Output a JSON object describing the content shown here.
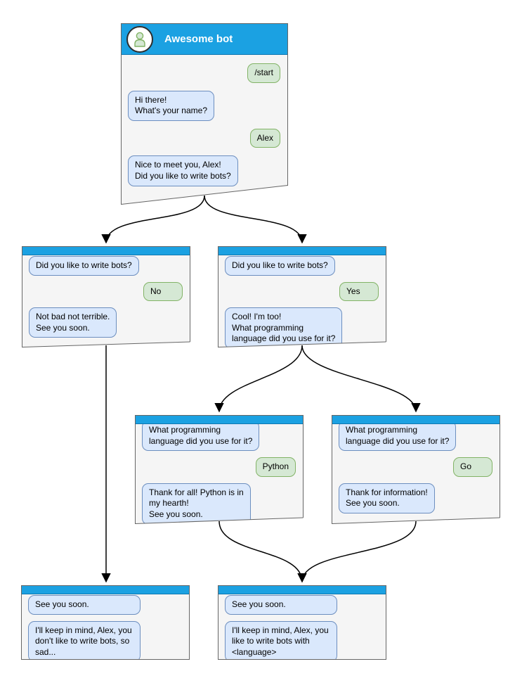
{
  "diagram": {
    "bot_name": "Awesome bot",
    "colors": {
      "header_blue": "#1ba1e2",
      "header_border": "#0e77b0",
      "bot_bubble_bg": "#dae8fc",
      "bot_bubble_border": "#6c8ebf",
      "user_bubble_bg": "#d5e8d4",
      "user_bubble_border": "#82b366",
      "window_bg": "#f5f5f5",
      "window_border": "#666666",
      "arrow": "#000000"
    },
    "windows": [
      {
        "id": "start",
        "title": "Awesome bot",
        "messages": [
          {
            "from": "user",
            "text": "/start"
          },
          {
            "from": "bot",
            "text": "Hi there!\nWhat's your name?"
          },
          {
            "from": "user",
            "text": "Alex"
          },
          {
            "from": "bot",
            "text": "Nice to meet you, Alex!\nDid you like to write bots?"
          }
        ]
      },
      {
        "id": "no-branch",
        "messages": [
          {
            "from": "bot",
            "text": "Did you like to write bots?"
          },
          {
            "from": "user",
            "text": "No"
          },
          {
            "from": "bot",
            "text": "Not bad not terrible.\nSee you soon."
          }
        ]
      },
      {
        "id": "yes-branch",
        "messages": [
          {
            "from": "bot",
            "text": "Did you like to write bots?"
          },
          {
            "from": "user",
            "text": "Yes"
          },
          {
            "from": "bot",
            "text": "Cool! I'm too!\nWhat programming\nlanguage did you use for it?"
          }
        ]
      },
      {
        "id": "python-branch",
        "messages": [
          {
            "from": "bot",
            "text": "What programming\nlanguage did you use for it?"
          },
          {
            "from": "user",
            "text": "Python"
          },
          {
            "from": "bot",
            "text": "Thank for all! Python is in\nmy hearth!\nSee you soon."
          }
        ]
      },
      {
        "id": "go-branch",
        "messages": [
          {
            "from": "bot",
            "text": "What programming\nlanguage did you use for it?"
          },
          {
            "from": "user",
            "text": "Go"
          },
          {
            "from": "bot",
            "text": "Thank for information!\nSee you soon."
          }
        ]
      },
      {
        "id": "end-no",
        "messages": [
          {
            "from": "bot",
            "text": "See you soon."
          },
          {
            "from": "bot",
            "text": "I'll keep in mind, Alex, you\ndon't like to write bots, so\nsad..."
          }
        ]
      },
      {
        "id": "end-yes",
        "messages": [
          {
            "from": "bot",
            "text": "See you soon."
          },
          {
            "from": "bot",
            "text": "I'll keep in mind, Alex, you\nlike to write bots with\n<language>"
          }
        ]
      }
    ],
    "edges": [
      {
        "from": "start",
        "to": "no-branch"
      },
      {
        "from": "start",
        "to": "yes-branch"
      },
      {
        "from": "no-branch",
        "to": "end-no"
      },
      {
        "from": "yes-branch",
        "to": "python-branch"
      },
      {
        "from": "yes-branch",
        "to": "go-branch"
      },
      {
        "from": "python-branch",
        "to": "end-yes"
      },
      {
        "from": "go-branch",
        "to": "end-yes"
      }
    ]
  }
}
